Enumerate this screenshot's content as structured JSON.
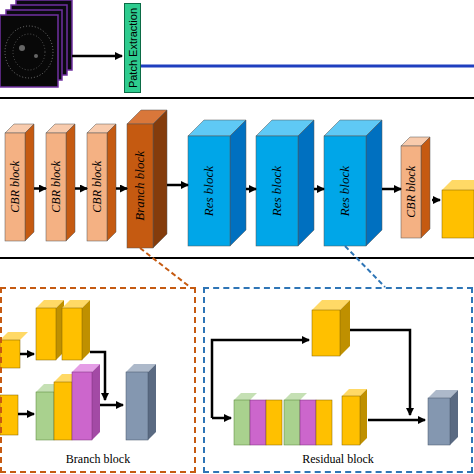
{
  "diagram": {
    "nodes": [
      {
        "text": [
          "Patch Extraction"
        ]
      },
      {
        "text": [
          "CBR block"
        ]
      },
      {
        "text": [
          "CBR block"
        ]
      },
      {
        "text": [
          "CBR block"
        ]
      },
      {
        "text": [
          "Branch block"
        ]
      },
      {
        "text": [
          "Res block"
        ]
      },
      {
        "text": [
          "Res block"
        ]
      },
      {
        "text": [
          "Res block"
        ]
      },
      {
        "text": [
          "CBR block"
        ]
      },
      {
        "text": [
          "Branch block"
        ]
      },
      {
        "text": [
          "Residual block"
        ]
      }
    ],
    "edges": [
      {
        "from": 1,
        "to": 2,
        "arrow": "to"
      },
      {
        "from": 2,
        "to": 3,
        "arrow": "to"
      },
      {
        "from": 3,
        "to": 4,
        "arrow": "to"
      },
      {
        "from": 4,
        "to": 5,
        "arrow": "to"
      },
      {
        "from": 5,
        "to": 6,
        "arrow": "to"
      },
      {
        "from": 6,
        "to": 7,
        "arrow": "to"
      },
      {
        "from": 7,
        "to": 8,
        "arrow": "to"
      },
      {
        "from": 4,
        "to": 9,
        "arrow": "none"
      },
      {
        "from": 7,
        "to": 10,
        "arrow": "none"
      }
    ]
  }
}
